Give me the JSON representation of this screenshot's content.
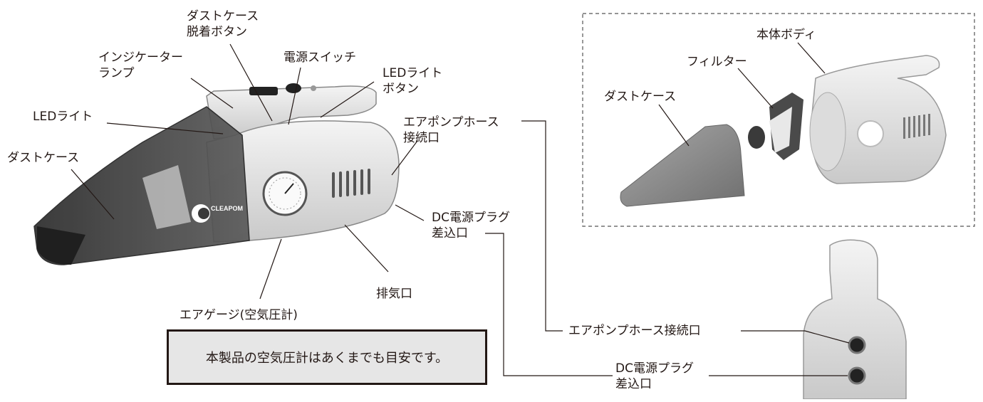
{
  "labels": {
    "dust_case_release_line1": "ダストケース",
    "dust_case_release_line2": "脱着ボタン",
    "indicator_lamp_line1": "インジケーター",
    "indicator_lamp_line2": "ランプ",
    "power_switch": "電源スイッチ",
    "led_button_line1": "LEDライト",
    "led_button_line2": "ボタン",
    "led_light": "LEDライト",
    "dust_case": "ダストケース",
    "air_pump_port_line1": "エアポンプホース",
    "air_pump_port_line2": "接続口",
    "dc_plug_line1": "DC電源プラグ",
    "dc_plug_line2": "差込口",
    "exhaust": "排気口",
    "air_gauge": "エアゲージ(空気圧計)"
  },
  "exploded": {
    "body": "本体ボディ",
    "filter": "フィルター",
    "dust_case": "ダストケース"
  },
  "rear_view": {
    "air_pump_port": "エアポンプホース接続口",
    "dc_plug_line1": "DC電源プラグ",
    "dc_plug_line2": "差込口"
  },
  "note": "本製品の空気圧計はあくまでも目安です。",
  "brand": "CLEAPOM"
}
